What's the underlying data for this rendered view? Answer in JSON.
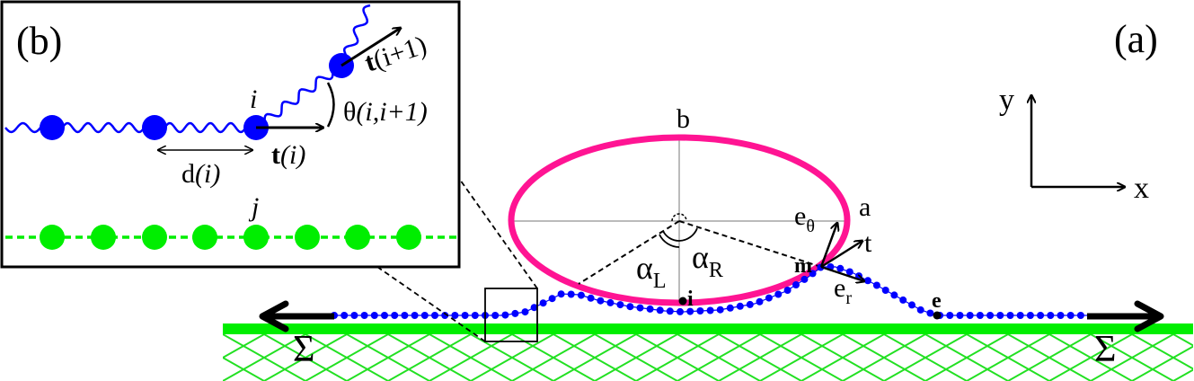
{
  "panel_a": {
    "label": "(a)",
    "axes": {
      "x_label": "x",
      "y_label": "y"
    },
    "ellipse": {
      "semi_major_label": "a",
      "semi_minor_label": "b",
      "color": "#ff1493"
    },
    "angles": {
      "left_sub": "L",
      "right_sub": "R",
      "symbol": "α"
    },
    "points": {
      "i_label": "i",
      "m_label": "m",
      "e_label": "e"
    },
    "vectors": {
      "e_theta_base": "e",
      "e_theta_sub": "θ",
      "t_label": "t",
      "e_r_base": "e",
      "e_r_sub": "r"
    },
    "tension_left": "Σ",
    "tension_right": "Σ",
    "chain_color": "#0000ff",
    "substrate_color": "#00ee00"
  },
  "panel_b": {
    "label": "(b)",
    "bead_i_label": "i",
    "bead_j_label": "j",
    "tangent_i": {
      "bold": "t",
      "arg": "(i)"
    },
    "tangent_i1": {
      "bold": "t",
      "arg": "(i+1)"
    },
    "angle": {
      "symbol": "θ",
      "arg": "(i,i+1)"
    },
    "distance": {
      "symbol": "d",
      "arg": "(i)"
    },
    "blue_color": "#0000ff",
    "green_color": "#00ee00"
  }
}
